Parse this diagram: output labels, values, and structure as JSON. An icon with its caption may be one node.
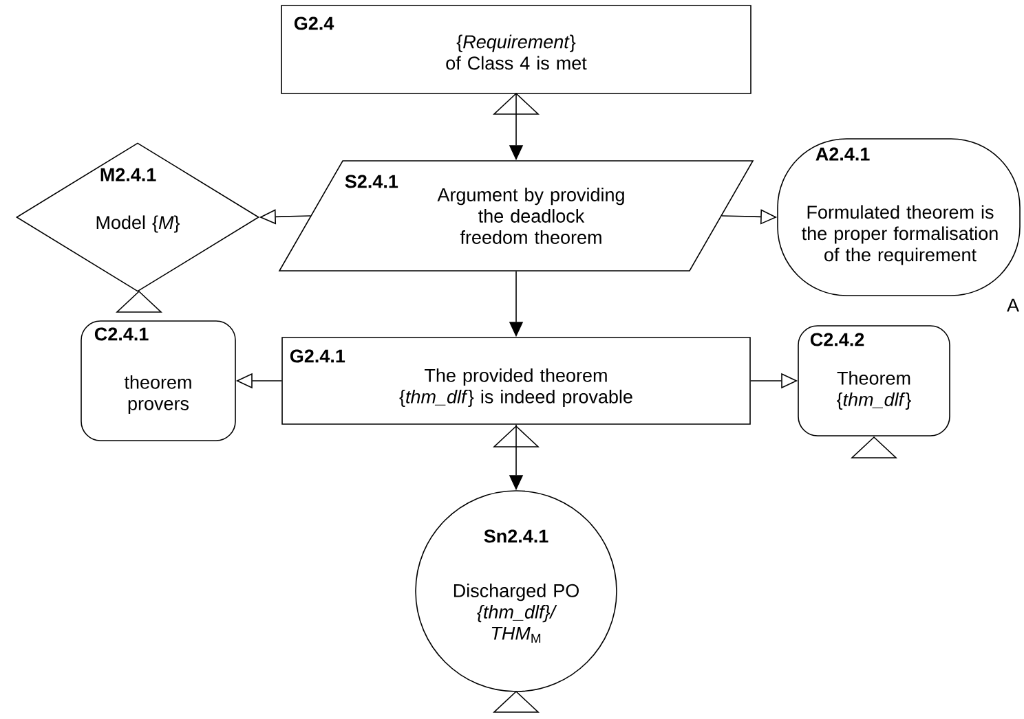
{
  "diagram": {
    "nodes": [
      {
        "text": [
          "G2.4",
          "{*Requirement*} of Class 4 is met"
        ]
      },
      {
        "text": [
          "M2.4.1",
          "Model {*M*}"
        ]
      },
      {
        "text": [
          "S2.4.1",
          "Argument by providing the deadlock freedom theorem"
        ]
      },
      {
        "text": [
          "A2.4.1",
          "Formulated theorem is the proper formalisation of the requirement"
        ],
        "beside": [
          "A"
        ]
      },
      {
        "text": [
          "C2.4.1",
          "theorem provers"
        ]
      },
      {
        "text": [
          "G2.4.1",
          "The provided theorem {*thm_dlf*} is indeed provable"
        ]
      },
      {
        "text": [
          "C2.4.2",
          "Theorem {*thm_dlf*}"
        ]
      },
      {
        "text": [
          "Sn2.4.1",
          "Discharged PO *{thm_dlf}/ THM*$_{M}$"
        ]
      }
    ],
    "edges": [
      {
        "from": 0,
        "to": 2,
        "arrow": "to"
      },
      {
        "from": 2,
        "to": 1,
        "arrow": "to"
      },
      {
        "from": 2,
        "to": 3,
        "arrow": "to"
      },
      {
        "from": 2,
        "to": 5,
        "arrow": "to"
      },
      {
        "from": 5,
        "to": 4,
        "arrow": "to"
      },
      {
        "from": 5,
        "to": 6,
        "arrow": "to"
      },
      {
        "from": 5,
        "to": 7,
        "arrow": "to"
      }
    ]
  }
}
